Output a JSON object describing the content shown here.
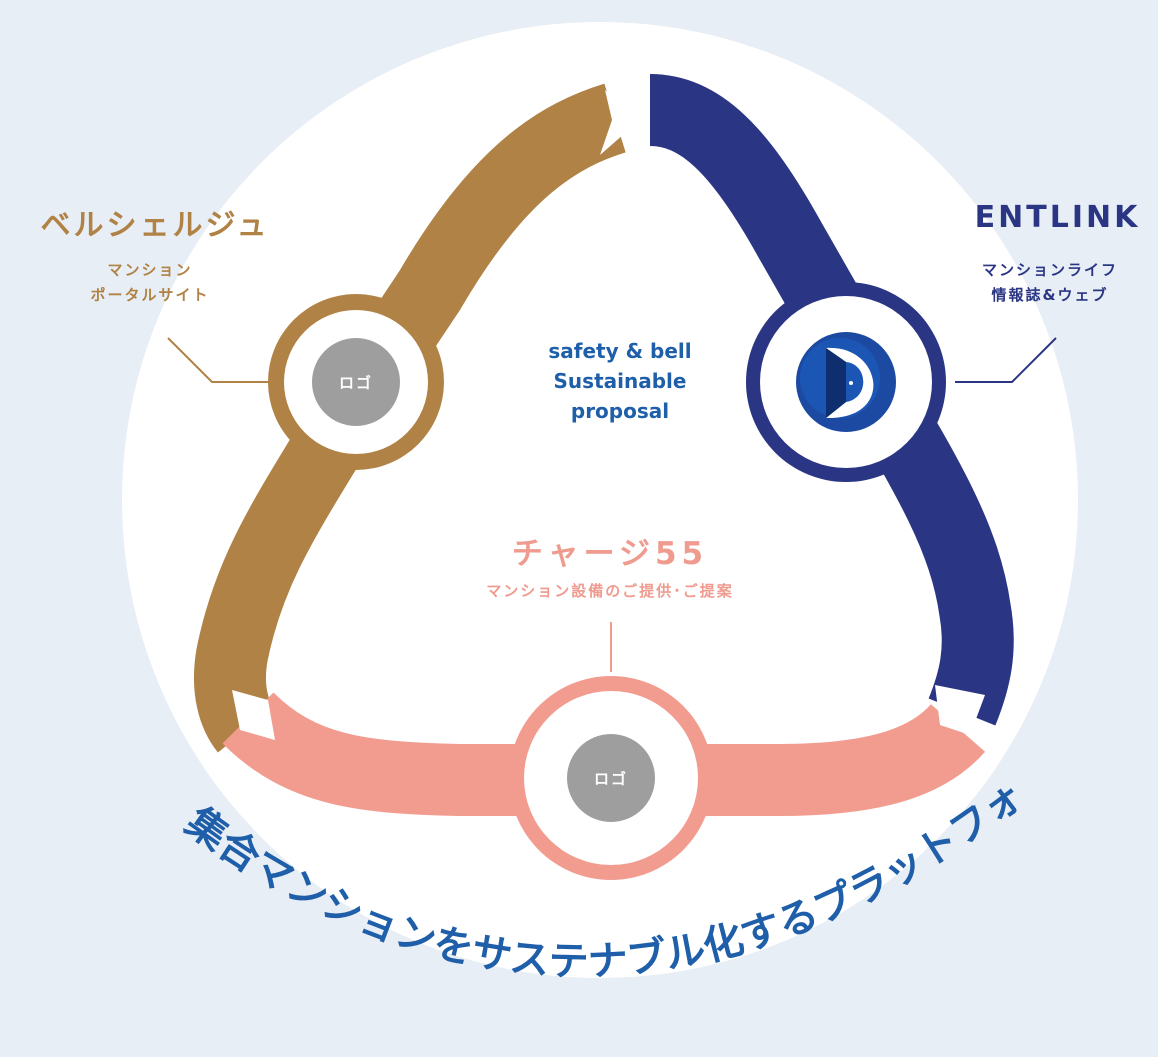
{
  "center": {
    "lines": [
      "safety & bell",
      "Sustainable",
      "proposal"
    ]
  },
  "left_service": {
    "title": "ベルシェルジュ",
    "subtitle_lines": [
      "マンション",
      "ポータルサイト"
    ],
    "logo_text": "ロゴ",
    "color": "#b08245"
  },
  "right_service": {
    "title": "ENTLINK",
    "subtitle_lines": [
      "マンションライフ",
      "情報誌&ウェブ"
    ],
    "color": "#2a3684",
    "logo_icon": "door-moon-icon"
  },
  "bottom_service": {
    "title": "チャージ55",
    "subtitle": "マンション設備のご提供･ご提案",
    "logo_text": "ロゴ",
    "color": "#f29c8f"
  },
  "tagline": {
    "text": "集合マンションをサステナブル化するプラットフォーム",
    "color": "#1f5ea8"
  },
  "colors": {
    "background": "#e8eef6",
    "circle": "#ffffff",
    "logo_placeholder": "#9e9e9e"
  }
}
